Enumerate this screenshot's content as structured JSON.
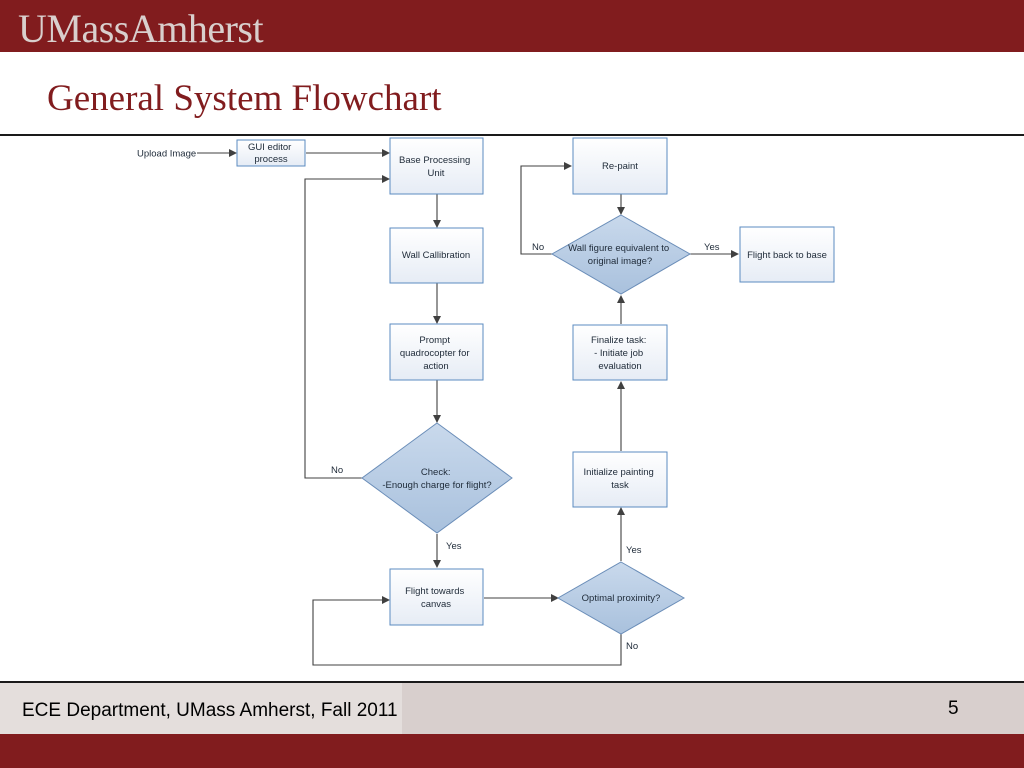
{
  "header": {
    "logo_text": "UMassAmherst",
    "brand_color": "#811c1e"
  },
  "slide": {
    "title": "General System Flowchart"
  },
  "flowchart": {
    "upload_label": "Upload Image",
    "gui_editor": [
      "GUI editor",
      "process"
    ],
    "base_processing": [
      "Base Processing",
      "Unit"
    ],
    "wall_calibration": [
      "Wall Callibration"
    ],
    "prompt_quadrocopter": [
      "Prompt",
      "quadrocopter for",
      "action"
    ],
    "check_charge": [
      "Check:",
      "-Enough charge for flight?"
    ],
    "flight_towards_canvas": [
      "Flight towards",
      "canvas"
    ],
    "optimal_proximity": [
      "Optimal proximity?"
    ],
    "initialize_painting": [
      "Initialize painting",
      "task"
    ],
    "finalize_task": [
      "Finalize task:",
      "- Initiate job",
      "evaluation"
    ],
    "wall_figure_check": [
      "Wall figure equivalent to",
      "original image?"
    ],
    "repaint": [
      "Re-paint"
    ],
    "flight_back": [
      "Flight back to base"
    ],
    "labels": {
      "check_no": "No",
      "check_yes": "Yes",
      "proximity_yes": "Yes",
      "proximity_no": "No",
      "wall_figure_no": "No",
      "wall_figure_yes": "Yes"
    },
    "colors": {
      "process_fill": "#f2f5fa",
      "process_border": "#5b8bc0",
      "decision_fill": "#b8cde4",
      "decision_border": "#6a8db8",
      "connector": "#404040"
    }
  },
  "footer": {
    "text": "ECE Department, UMass Amherst, Fall 2011",
    "page_number": "5"
  }
}
